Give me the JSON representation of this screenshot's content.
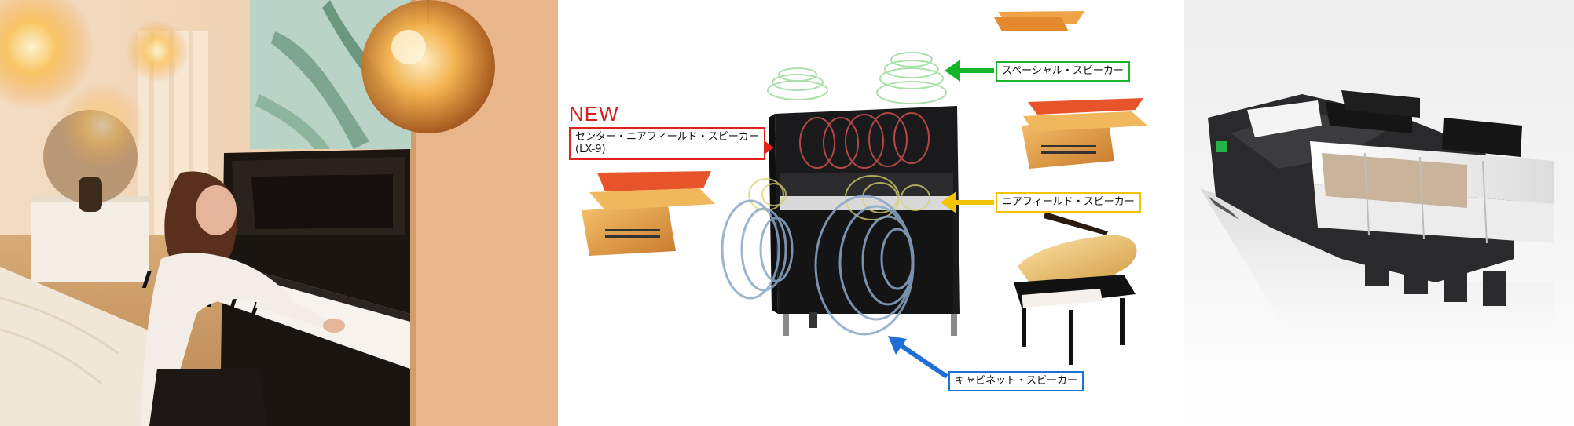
{
  "diagram": {
    "new_badge": "NEW",
    "labels": {
      "center_nearfield": {
        "line1": "センター・ニアフィールド・スピーカー",
        "line2": "(LX-9)"
      },
      "spatial": "スペーシャル・スピーカー",
      "nearfield": "ニアフィールド・スピーカー",
      "cabinet": "キャビネット・スピーカー"
    },
    "colors": {
      "red": "#e3211c",
      "green": "#18b42a",
      "yellow": "#f2c400",
      "blue": "#1f6fd6"
    }
  }
}
